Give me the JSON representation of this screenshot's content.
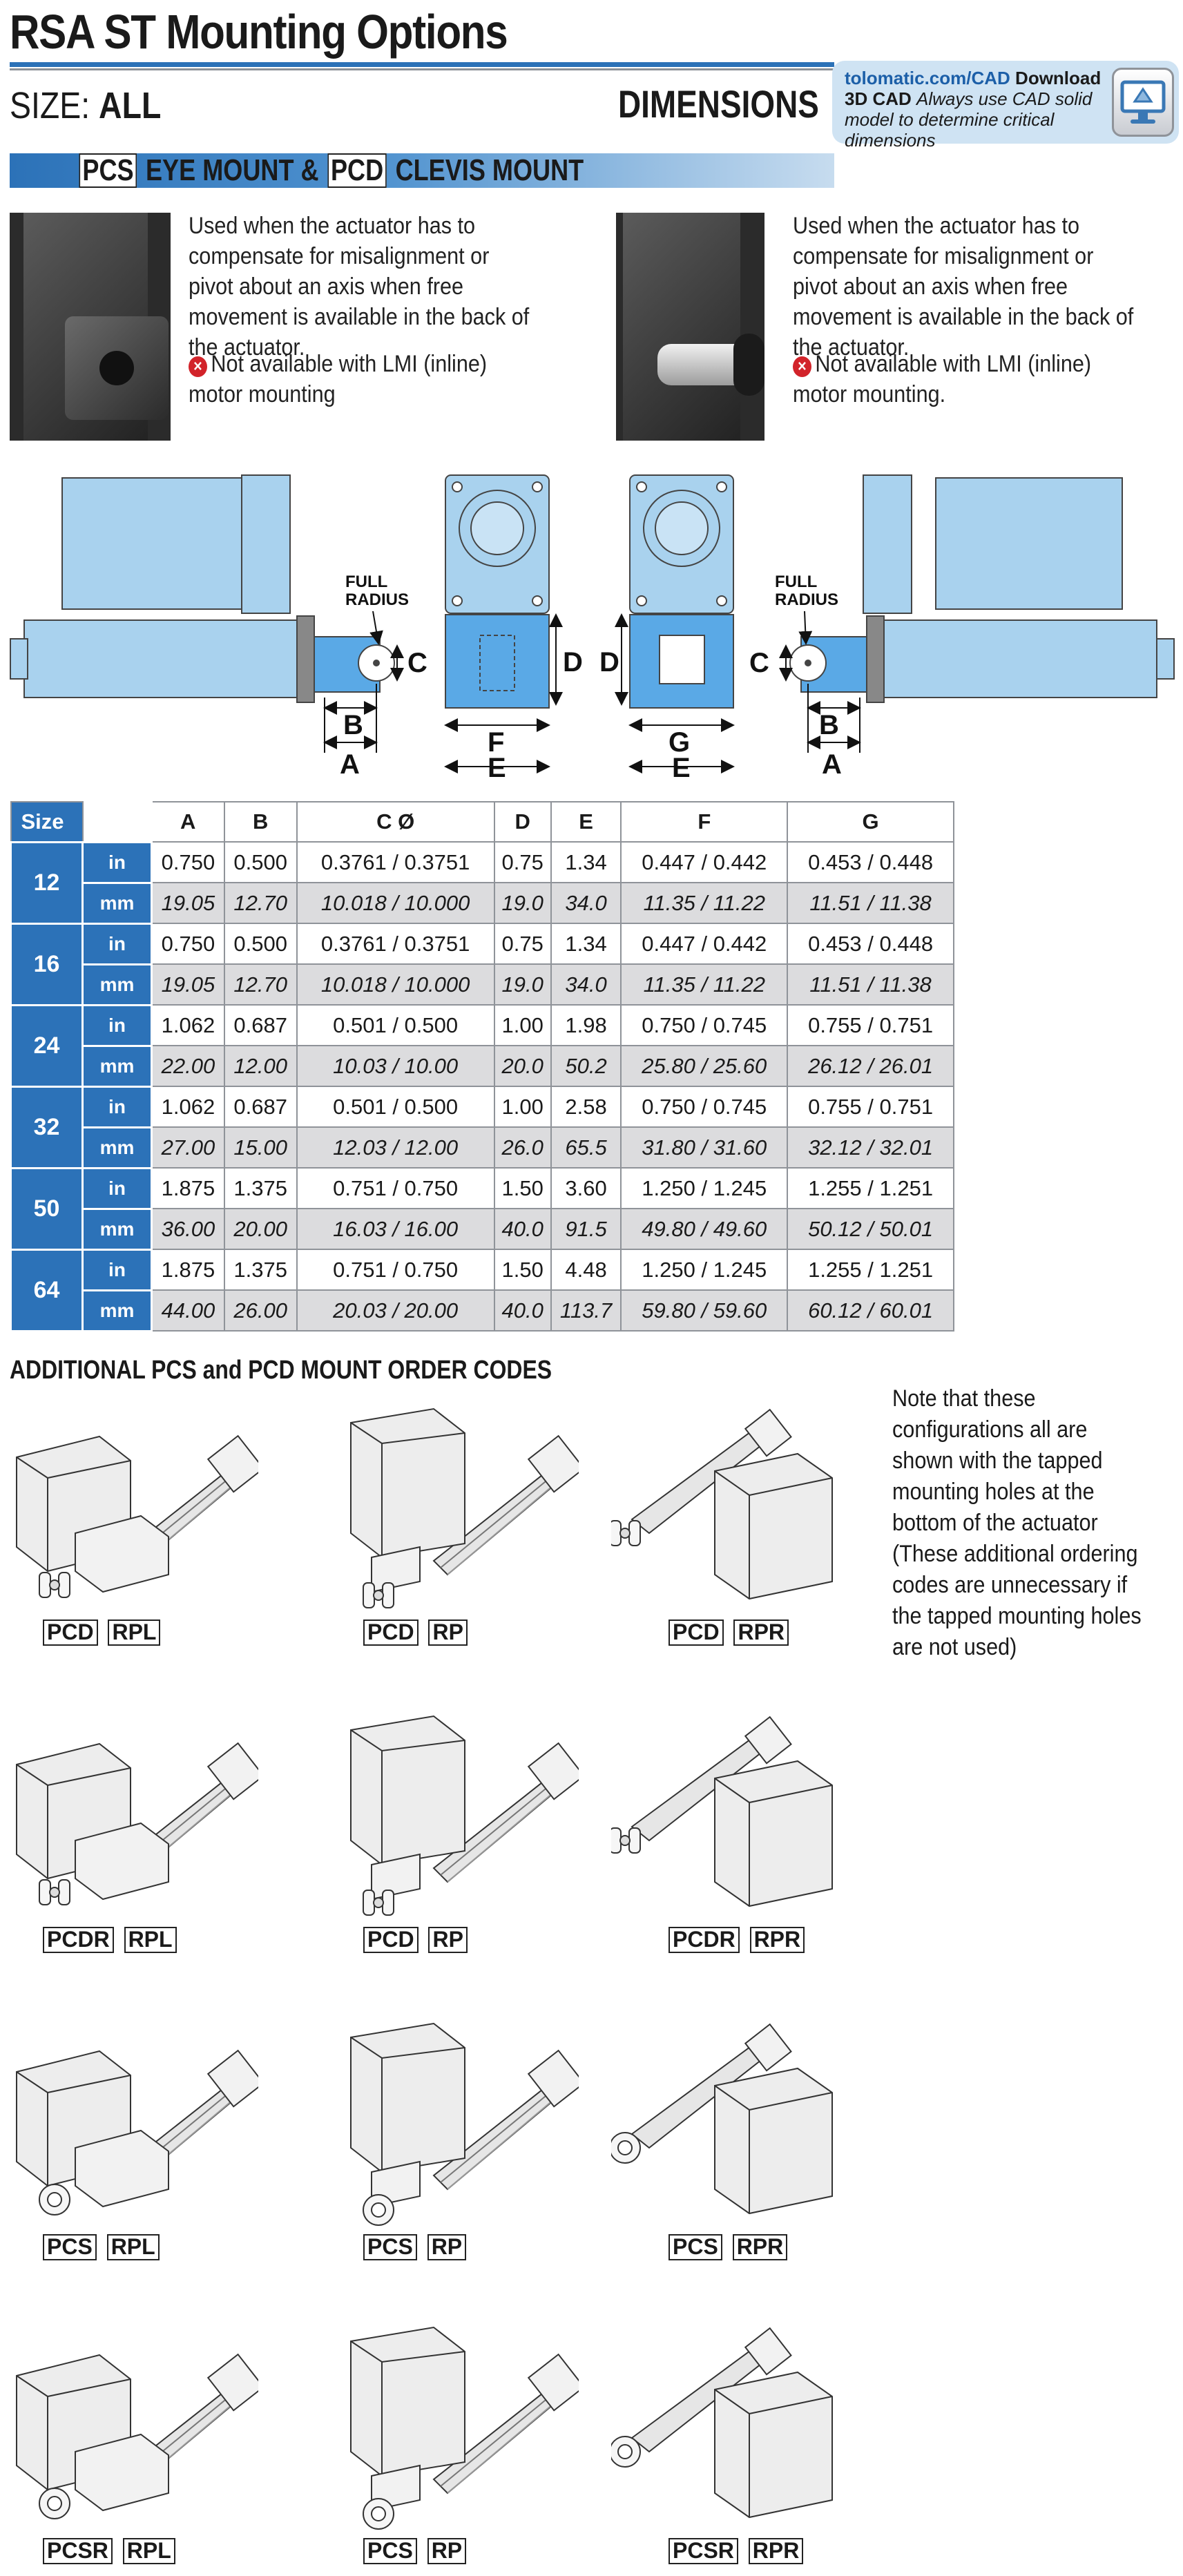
{
  "header": {
    "title": "RSA ST Mounting Options",
    "size_prefix": "SIZE:",
    "size_value": "ALL",
    "dimensions_label": "DIMENSIONS"
  },
  "cad_box": {
    "url": "tolomatic.com/CAD",
    "download": "Download 3D CAD",
    "note": "Always use CAD solid model to determine critical dimensions",
    "icon": "computer-cad-icon"
  },
  "section": {
    "code1": "PCS",
    "label1": "EYE MOUNT",
    "amp": "&",
    "code2": "PCD",
    "label2": "CLEVIS MOUNT"
  },
  "eye_mount": {
    "description": "Used when the actuator has to compensate for misalignment or pivot about an axis when free movement is available in the back of the actuator.",
    "warning": "Not available with LMI (inline) motor mounting"
  },
  "clevis_mount": {
    "description": "Used when the actuator has to compensate for misalignment or pivot about an axis when free movement is available in the back of the actuator.",
    "warning": "Not available with LMI (inline) motor mounting."
  },
  "drawing_labels": {
    "full_radius": "FULL RADIUS",
    "a": "A",
    "b": "B",
    "c": "C",
    "d": "D",
    "e": "E",
    "f": "F",
    "g": "G"
  },
  "table": {
    "headers": [
      "Size",
      "",
      "A",
      "B",
      "C Ø",
      "D",
      "E",
      "F",
      "G"
    ],
    "rows": [
      {
        "size": "12",
        "in": [
          "0.750",
          "0.500",
          "0.3761 / 0.3751",
          "0.75",
          "1.34",
          "0.447 / 0.442",
          "0.453 / 0.448"
        ],
        "mm": [
          "19.05",
          "12.70",
          "10.018 / 10.000",
          "19.0",
          "34.0",
          "11.35 / 11.22",
          "11.51 / 11.38"
        ]
      },
      {
        "size": "16",
        "in": [
          "0.750",
          "0.500",
          "0.3761 / 0.3751",
          "0.75",
          "1.34",
          "0.447 / 0.442",
          "0.453 / 0.448"
        ],
        "mm": [
          "19.05",
          "12.70",
          "10.018 / 10.000",
          "19.0",
          "34.0",
          "11.35 / 11.22",
          "11.51 / 11.38"
        ]
      },
      {
        "size": "24",
        "in": [
          "1.062",
          "0.687",
          "0.501 / 0.500",
          "1.00",
          "1.98",
          "0.750 / 0.745",
          "0.755 / 0.751"
        ],
        "mm": [
          "22.00",
          "12.00",
          "10.03 / 10.00",
          "20.0",
          "50.2",
          "25.80 / 25.60",
          "26.12 / 26.01"
        ]
      },
      {
        "size": "32",
        "in": [
          "1.062",
          "0.687",
          "0.501 / 0.500",
          "1.00",
          "2.58",
          "0.750 / 0.745",
          "0.755 / 0.751"
        ],
        "mm": [
          "27.00",
          "15.00",
          "12.03 / 12.00",
          "26.0",
          "65.5",
          "31.80 / 31.60",
          "32.12 / 32.01"
        ]
      },
      {
        "size": "50",
        "in": [
          "1.875",
          "1.375",
          "0.751 / 0.750",
          "1.50",
          "3.60",
          "1.250 / 1.245",
          "1.255 / 1.251"
        ],
        "mm": [
          "36.00",
          "20.00",
          "16.03 / 16.00",
          "40.0",
          "91.5",
          "49.80 / 49.60",
          "50.12 / 50.01"
        ]
      },
      {
        "size": "64",
        "in": [
          "1.875",
          "1.375",
          "0.751 / 0.750",
          "1.50",
          "4.48",
          "1.250 / 1.245",
          "1.255 / 1.251"
        ],
        "mm": [
          "44.00",
          "26.00",
          "20.03 / 20.00",
          "40.0",
          "113.7",
          "59.80 / 59.60",
          "60.12 / 60.01"
        ]
      }
    ],
    "unit_in": "in",
    "unit_mm": "mm"
  },
  "order_codes": {
    "title": "ADDITIONAL PCS and PCD MOUNT ORDER CODES",
    "note": "Note that these configurations all are shown with the tapped mounting holes at the bottom of the actuator (These additional ordering codes are unnecessary if the tapped mounting holes are not used)",
    "rows": [
      [
        {
          "code1": "PCD",
          "code2": "RPL"
        },
        {
          "code1": "PCD",
          "code2": "RP"
        },
        {
          "code1": "PCD",
          "code2": "RPR"
        }
      ],
      [
        {
          "code1": "PCDR",
          "code2": "RPL"
        },
        {
          "code1": "PCD",
          "code2": "RP"
        },
        {
          "code1": "PCDR",
          "code2": "RPR"
        }
      ],
      [
        {
          "code1": "PCS",
          "code2": "RPL"
        },
        {
          "code1": "PCS",
          "code2": "RP"
        },
        {
          "code1": "PCS",
          "code2": "RPR"
        }
      ],
      [
        {
          "code1": "PCSR",
          "code2": "RPL"
        },
        {
          "code1": "PCS",
          "code2": "RP"
        },
        {
          "code1": "PCSR",
          "code2": "RPR"
        }
      ]
    ]
  },
  "colors": {
    "brand_blue": "#2c72b8",
    "part_blue": "#a9d2ee",
    "mount_blue": "#5aa9e6",
    "cad_box": "#cfe3f3",
    "mm_row": "#dcdcde",
    "warning_red": "#d2232a"
  }
}
